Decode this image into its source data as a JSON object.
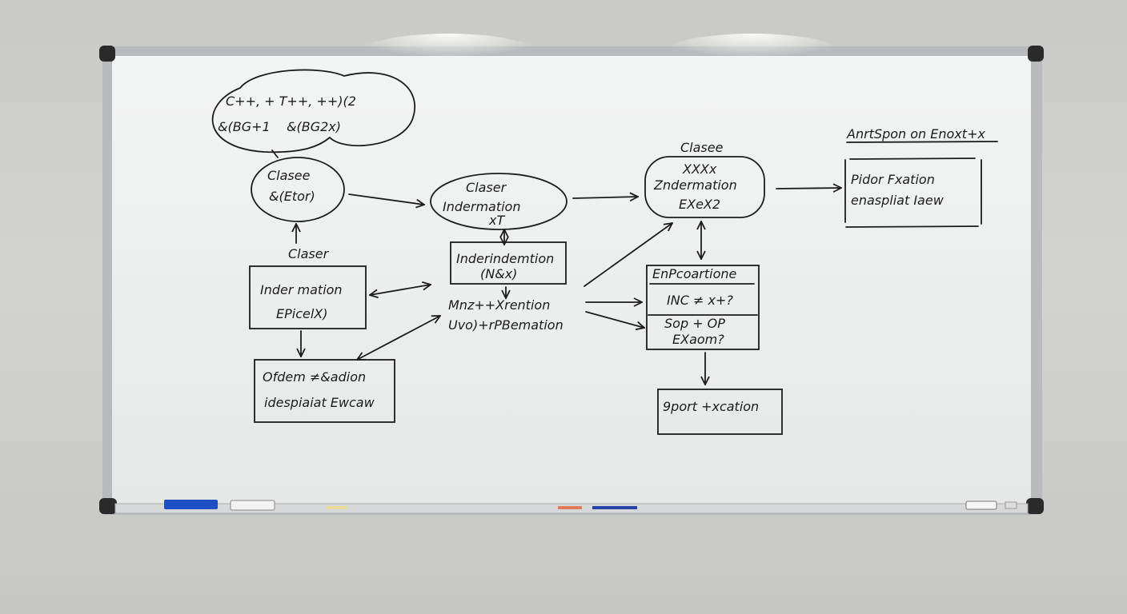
{
  "board": {
    "colors": {
      "wall": "#cdcdca",
      "surface": "#eef0f0",
      "frame": "#b8bbbd",
      "ink": "#1c1c1c",
      "marker_blue": "#1f4fc4"
    },
    "cloud": {
      "line1": "C++, + T++, ++)(2",
      "line2": "&(BG+1    &(BG2x)"
    },
    "node_clasee_left": {
      "line1": "Clasee",
      "line2": "&(Etor)"
    },
    "label_claser_left": "Claser",
    "box_indermation": {
      "line1": "Inder mation",
      "line2": "EPicelX)"
    },
    "box_ofdem": {
      "line1": "Ofdem ≠&adion",
      "line2": "idespiaiat Ewcaw"
    },
    "node_claser_center": {
      "line1": "Claser",
      "line2": "Indermation",
      "line3": "xT"
    },
    "box_inderindemtion": {
      "line1": "Inderindemtion",
      "line2": "(N&x)"
    },
    "free_text": {
      "line1": "Mnz++Xrention",
      "line2": "Uvo)+rPBemation"
    },
    "node_clasee_right": {
      "label": "Clasee",
      "line1": "XXXx",
      "line2": "Zndermation",
      "line3": "EXeX2"
    },
    "box_enpcoartione": {
      "header": "EnPcoartione",
      "row1": "INC ≠ x+?",
      "row2a": "Sop + OP",
      "row2b": "EXaom?"
    },
    "box_9port": {
      "line1": "9port +xcation"
    },
    "right_heading": "AnrtSpon on Enoxt+x",
    "box_pidor": {
      "line1": "Pidor Fxation",
      "line2": "enaspliat Iaew"
    }
  }
}
